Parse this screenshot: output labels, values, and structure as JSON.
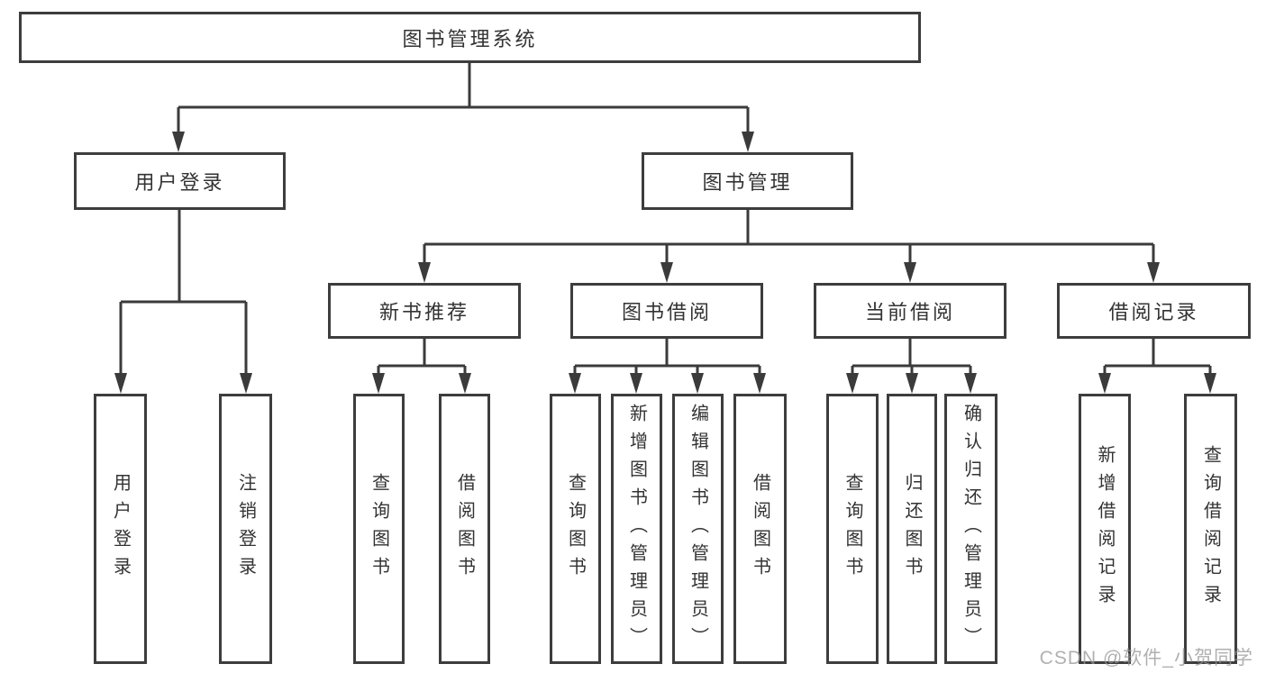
{
  "diagram": {
    "root": {
      "label": "图书管理系统"
    },
    "level2": {
      "user_login": {
        "label": "用户登录"
      },
      "book_management": {
        "label": "图书管理"
      }
    },
    "level3": {
      "new_book_recommend": {
        "label": "新书推荐"
      },
      "book_borrow": {
        "label": "图书借阅"
      },
      "current_borrow": {
        "label": "当前借阅"
      },
      "borrow_record": {
        "label": "借阅记录"
      }
    },
    "leaves": {
      "user_login": [
        "用户登录",
        "注销登录"
      ],
      "new_book_recommend": [
        "查询图书",
        "借阅图书"
      ],
      "book_borrow": [
        "查询图书",
        "新增图书（管理员）",
        "编辑图书（管理员）",
        "借阅图书"
      ],
      "current_borrow": [
        "查询图书",
        "归还图书",
        "确认归还（管理员）"
      ],
      "borrow_record": [
        "新增借阅记录",
        "查询借阅记录"
      ]
    },
    "colors": {
      "line": "#3b3b3b",
      "border": "#3d3d3d",
      "text": "#333333",
      "watermark_text": "#969696"
    },
    "watermark": "CSDN @软件_小贺同学"
  }
}
